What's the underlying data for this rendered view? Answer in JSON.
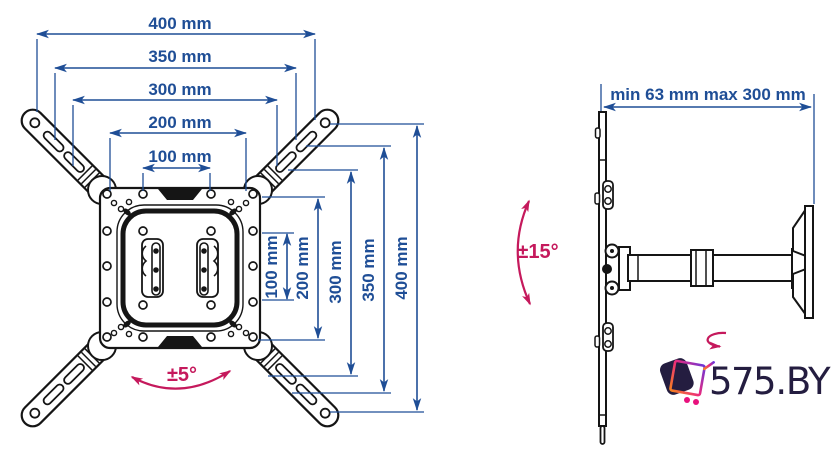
{
  "page": {
    "description": "Technical dimension drawing of an articulated TV wall mount: front view of VESA plate with four extension arms and side view of the swivel arm"
  },
  "front_view": {
    "horizontal_dims": [
      "400 mm",
      "350 mm",
      "300 mm",
      "200 mm",
      "100 mm"
    ],
    "vertical_dims": [
      "100 mm",
      "200 mm",
      "300 mm",
      "350 mm",
      "400 mm"
    ],
    "swivel_angle_label": "±5°"
  },
  "side_view": {
    "depth_label": "min 63 mm max 300 mm",
    "tilt_angle_label": "±15°"
  },
  "logo": {
    "digit_left": "5",
    "digit_middle": "7",
    "suffix": "5.BY",
    "full_text": "575.BY"
  },
  "colors": {
    "dimension_blue": "#1f4e96",
    "angle_magenta": "#c5195c",
    "drawing_ink": "#151515",
    "logo_navy": "#241d40",
    "logo_gradient": [
      "#f6821f",
      "#ec2a7c",
      "#3b55d8"
    ]
  }
}
